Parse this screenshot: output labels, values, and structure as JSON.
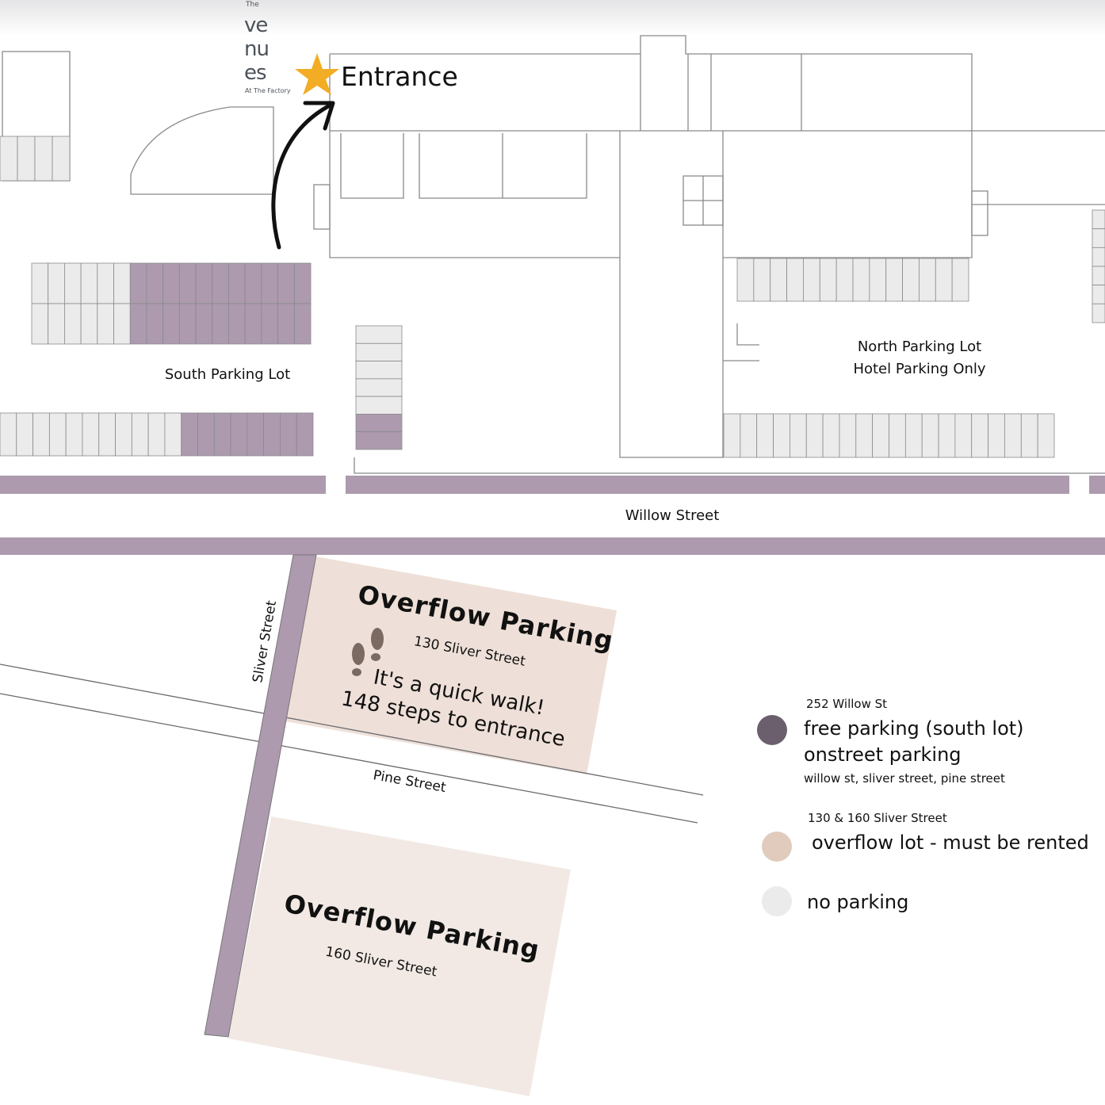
{
  "logo": {
    "the": "The",
    "word": "venues",
    "sub": "At The Factory"
  },
  "entrance": {
    "label": "Entrance",
    "icon": "star-icon",
    "color": "#f2ad25"
  },
  "lots": {
    "south": "South Parking Lot",
    "north_line1": "North Parking Lot",
    "north_line2": "Hotel Parking Only"
  },
  "streets": {
    "willow": "Willow Street",
    "sliver": "Sliver Street",
    "pine": "Pine Street"
  },
  "overflow": [
    {
      "title": "Overflow Parking",
      "address": "130 Sliver Street"
    },
    {
      "title": "Overflow Parking",
      "address": "160 Sliver Street"
    }
  ],
  "walk": {
    "line1": "It's a quick walk!",
    "line2": "148 steps to entrance",
    "icon": "footprints-icon"
  },
  "legend": [
    {
      "heading": "252 Willow St",
      "lines": [
        "free parking (south lot)",
        "onstreet parking"
      ],
      "note": "willow st, sliver street, pine street",
      "color": "#6b5f6d"
    },
    {
      "heading": "130 & 160 Sliver Street",
      "lines": [
        "overflow lot  - must be rented"
      ],
      "color": "#e0cbbd"
    },
    {
      "lines": [
        "no parking"
      ],
      "color": "#ebebeb"
    }
  ],
  "colors": {
    "street": "#ad9aae",
    "free": "#ad9aae",
    "none": "#ebebeb",
    "overflow1": "#eee0d8",
    "overflow2": "#f2e9e4"
  }
}
